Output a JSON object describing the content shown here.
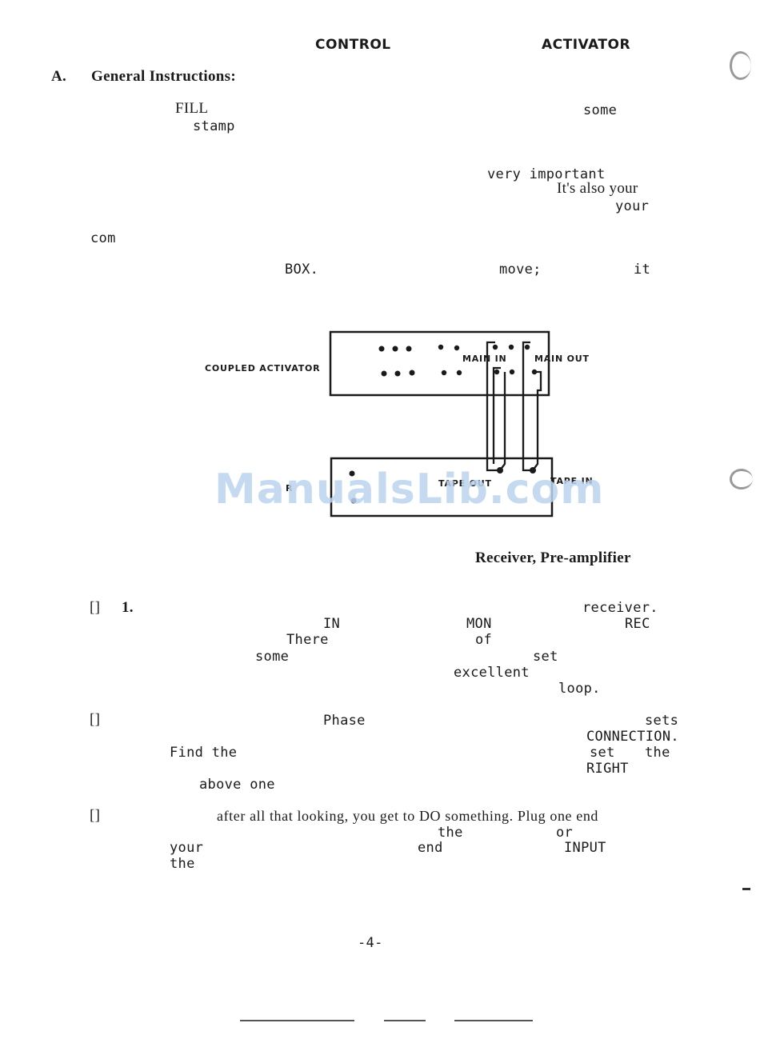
{
  "header": {
    "left": "CONTROL",
    "right": "ACTIVATOR"
  },
  "section": {
    "letter": "A.",
    "title": "General Instructions:"
  },
  "fragments": {
    "fill": "FILL",
    "some1": "some",
    "stamp": "stamp",
    "very_important": "very important",
    "its_also_your": "It's also your",
    "your1": "your",
    "com": "com",
    "box": "BOX.",
    "move": "move;",
    "it": "it",
    "receiver_preamp": "Receiver, Pre-amplifier"
  },
  "diagram": {
    "coupled_activator": "COUPLED ACTIVATOR",
    "main_in": "MAIN IN",
    "main_out": "MAIN OUT",
    "receiver_fragment": "R",
    "tape_out": "TAPE OUT",
    "tape_in": "TAPE IN"
  },
  "steps": {
    "s1_box": "[]",
    "s1_num": "1.",
    "s1_receiver": "receiver.",
    "s1_in": "IN",
    "s1_mon": "MON",
    "s1_rec": "REC",
    "s1_there": "There",
    "s1_of": "of",
    "s1_some": "some",
    "s1_set": "set",
    "s1_excellent": "excellent",
    "s1_loop": "loop.",
    "s2_box": "[]",
    "s2_phase": "Phase",
    "s2_sets": "sets",
    "s2_connection": "CONNECTION.",
    "s2_find_the": "Find  the",
    "s2_set": "set",
    "s2_the": "the",
    "s2_right": "RIGHT",
    "s2_above_one": "above one",
    "s3_box": "[]",
    "s3_line1": "after all that looking, you get to DO something.  Plug one end",
    "s3_the": "the",
    "s3_or": "or",
    "s3_your": "your",
    "s3_end": "end",
    "s3_input": "INPUT",
    "s3_the2": "the"
  },
  "footer": {
    "page_number": "-4-"
  },
  "watermark": "ManualsLib.com"
}
